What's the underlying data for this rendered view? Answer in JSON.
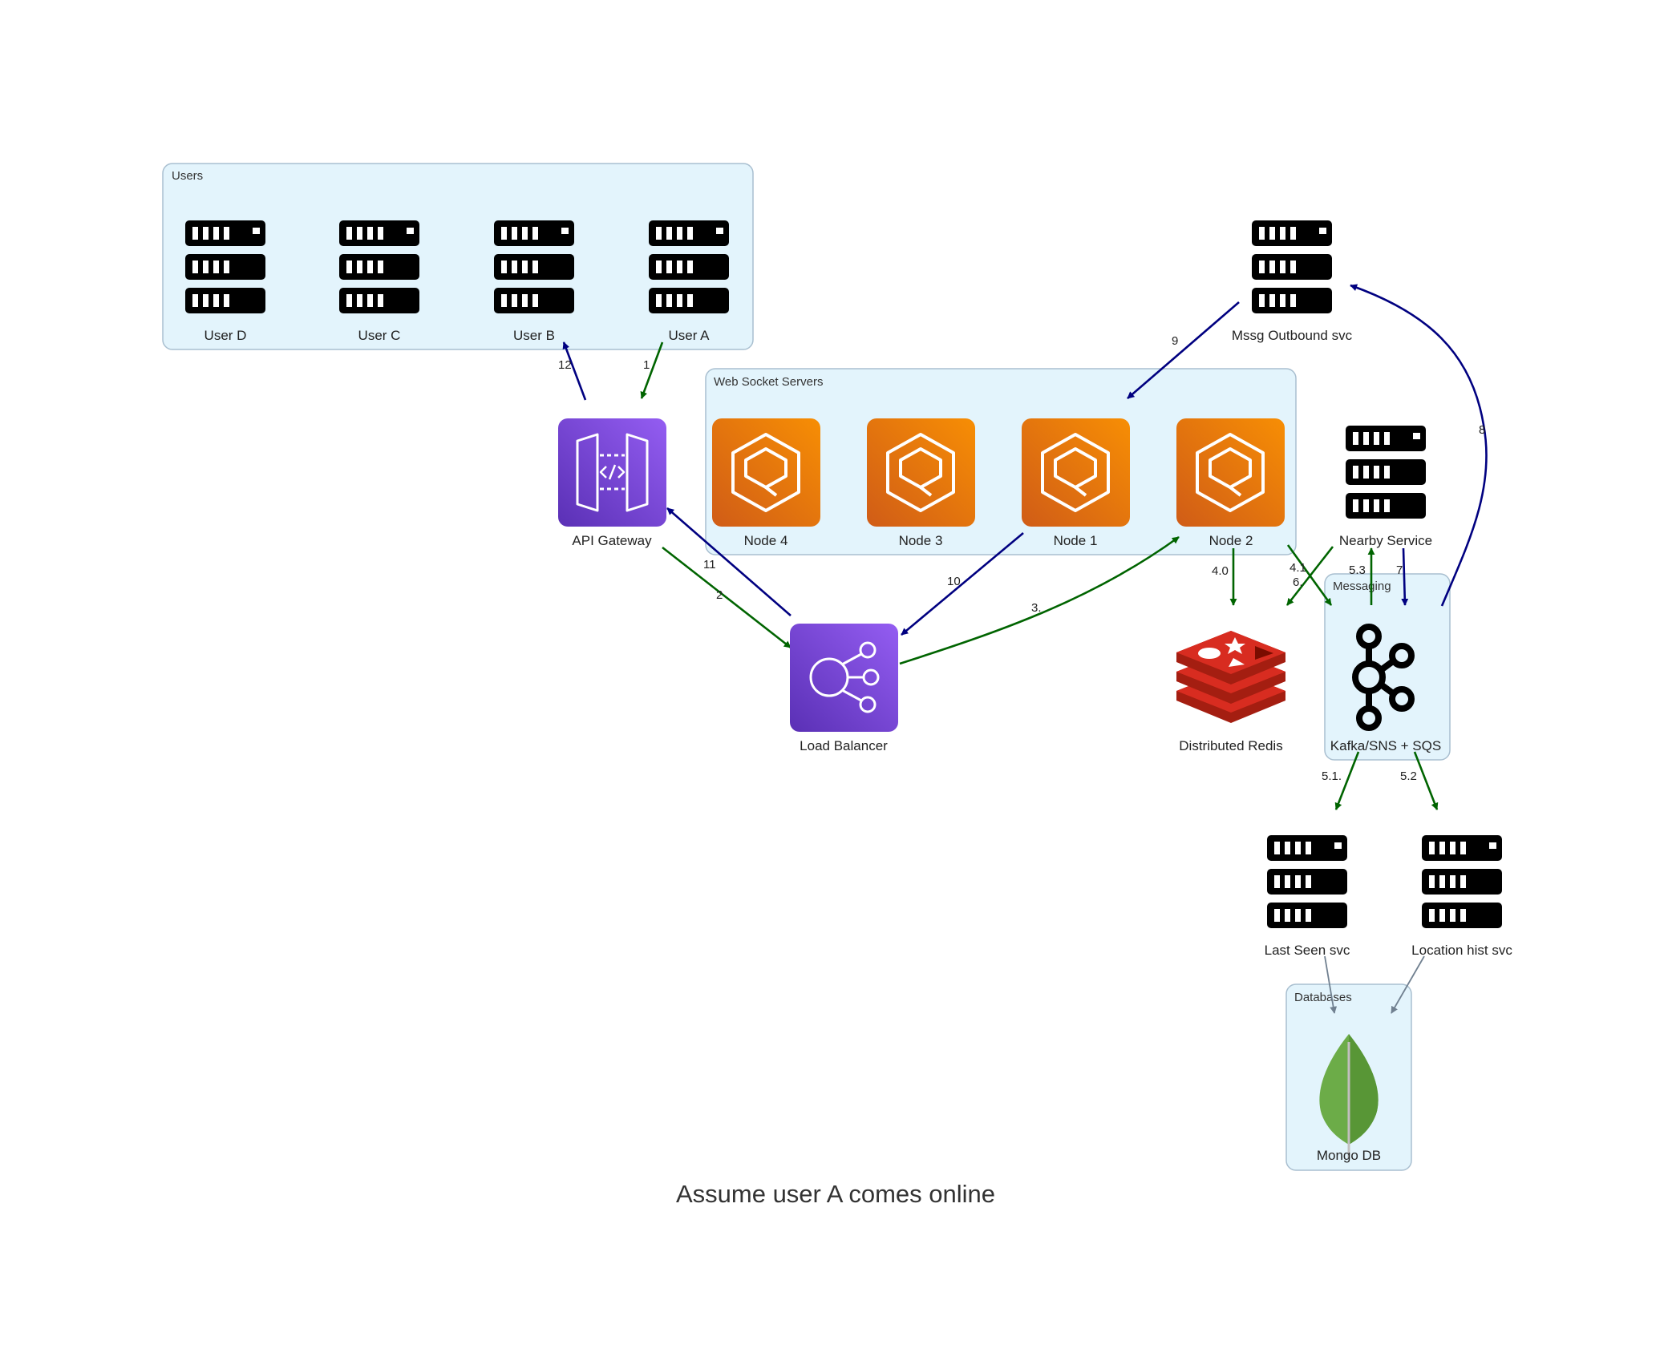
{
  "title": "Assume user A comes online",
  "colors": {
    "cluster_fill": "#e3f4fc",
    "cluster_stroke": "#a9bfd0",
    "edge_green": "#006400",
    "edge_navy": "#000080",
    "edge_gray": "#708090",
    "purple_top": "#945df2",
    "purple_bottom": "#5a30b5",
    "orange_top": "#f78e04",
    "orange_bottom": "#d05c17"
  },
  "clusters": {
    "users": "Users",
    "websocket": "Web Socket Servers",
    "messaging": "Messaging",
    "databases": "Databases"
  },
  "nodes": {
    "user_d": "User D",
    "user_c": "User C",
    "user_b": "User B",
    "user_a": "User A",
    "mssg_outbound": "Mssg Outbound svc",
    "api_gateway": "API Gateway",
    "node_4": "Node 4",
    "node_3": "Node 3",
    "node_1": "Node 1",
    "node_2": "Node 2",
    "nearby_service": "Nearby Service",
    "load_balancer": "Load Balancer",
    "distributed_redis": "Distributed Redis",
    "kafka": "Kafka/SNS + SQS",
    "last_seen": "Last Seen svc",
    "location_hist": "Location hist svc",
    "mongo": "Mongo DB"
  },
  "edges": {
    "e1": "1",
    "e2": "2",
    "e3": "3.",
    "e4_0": "4.0",
    "e4_1": "4.1",
    "e5_1": "5.1.",
    "e5_2": "5.2",
    "e5_3": "5.3",
    "e6": "6.",
    "e7": "7",
    "e8": "8",
    "e9": "9",
    "e10": "10",
    "e11": "11",
    "e12": "12"
  }
}
